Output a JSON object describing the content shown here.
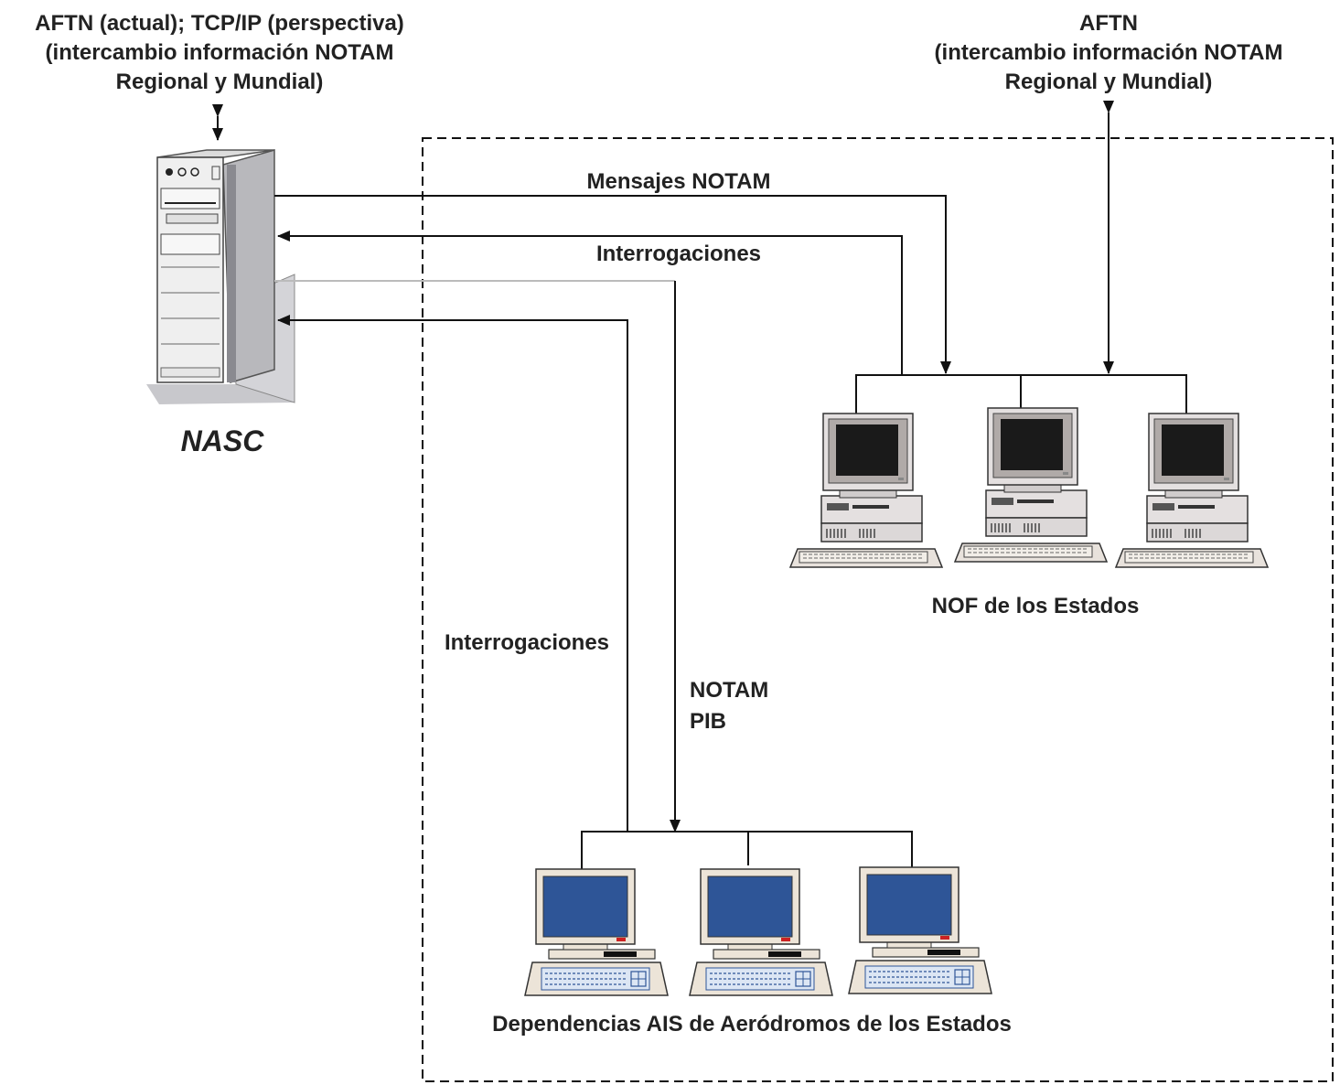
{
  "top_left_label": {
    "line1": "AFTN (actual); TCP/IP (perspectiva)",
    "line2": "(intercambio información NOTAM",
    "line3": "Regional y Mundial)"
  },
  "top_right_label": {
    "line1": "AFTN",
    "line2": "(intercambio información NOTAM",
    "line3": "Regional y Mundial)"
  },
  "server_label": "NASC",
  "flows": {
    "mensajes": "Mensajes NOTAM",
    "interrogaciones_top": "Interrogaciones",
    "interrogaciones_side": "Interrogaciones",
    "notam": "NOTAM",
    "pib": "PIB"
  },
  "nof_label": "NOF de los Estados",
  "ais_label": "Dependencias AIS de Aeródromos de los Estados",
  "colors": {
    "nof_screen": "#1a1a1a",
    "ais_screen": "#2e5597",
    "computer_body": "#e4e0e0",
    "base_beige": "#ece4d8"
  }
}
